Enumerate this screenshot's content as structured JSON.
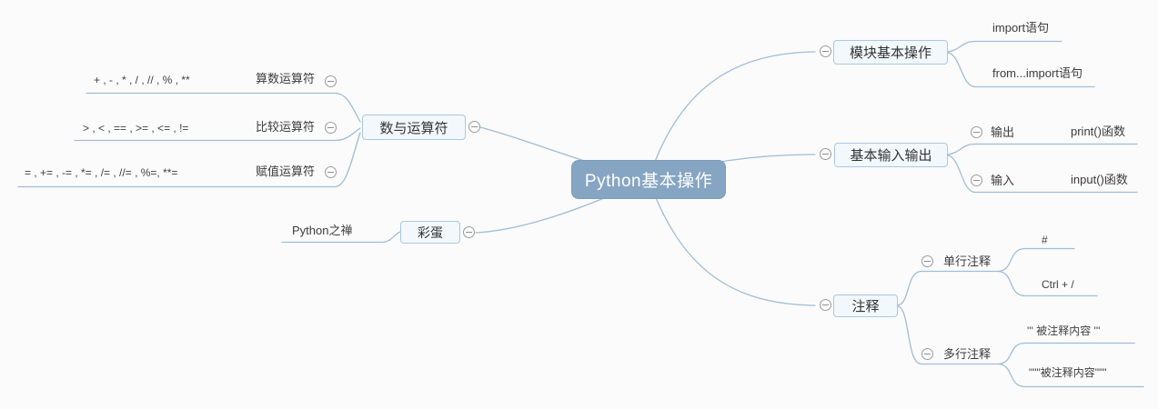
{
  "root": {
    "label": "Python基本操作"
  },
  "left": {
    "operators": {
      "label": "数与运算符",
      "children": [
        {
          "label": "算数运算符",
          "value": "+ , - , * , / , // , % , **"
        },
        {
          "label": "比较运算符",
          "value": "> , < , == , >= , <= , !="
        },
        {
          "label": "赋值运算符",
          "value": "= , += , -= , *= , /= , //= , %=, **="
        }
      ]
    },
    "easter_egg": {
      "label": "彩蛋",
      "children": [
        {
          "label": "Python之禅"
        }
      ]
    }
  },
  "right": {
    "modules": {
      "label": "模块基本操作",
      "children": [
        {
          "label": "import语句"
        },
        {
          "label": "from...import语句"
        }
      ]
    },
    "io": {
      "label": "基本输入输出",
      "children": [
        {
          "label": "输出",
          "value": "print()函数"
        },
        {
          "label": "输入",
          "value": "input()函数"
        }
      ]
    },
    "comments": {
      "label": "注释",
      "children": [
        {
          "label": "单行注释",
          "values": [
            "#",
            "Ctrl + /"
          ]
        },
        {
          "label": "多行注释",
          "values": [
            "''' 被注释内容 '''",
            "\"\"\"被注释内容\"\"\""
          ]
        }
      ]
    }
  },
  "icons": {
    "expander": "minus-circle-icon"
  },
  "colors": {
    "canvas_bg": "#fbfbfb",
    "root_fill": "#85a5c2",
    "root_text": "#ffffff",
    "branch_fill": "#f2f8fc",
    "branch_border": "#a9c8e1",
    "connector_line": "#9fbdd8",
    "expander_gray": "#9a9a9a",
    "leaf_text": "#3c3c3c"
  }
}
